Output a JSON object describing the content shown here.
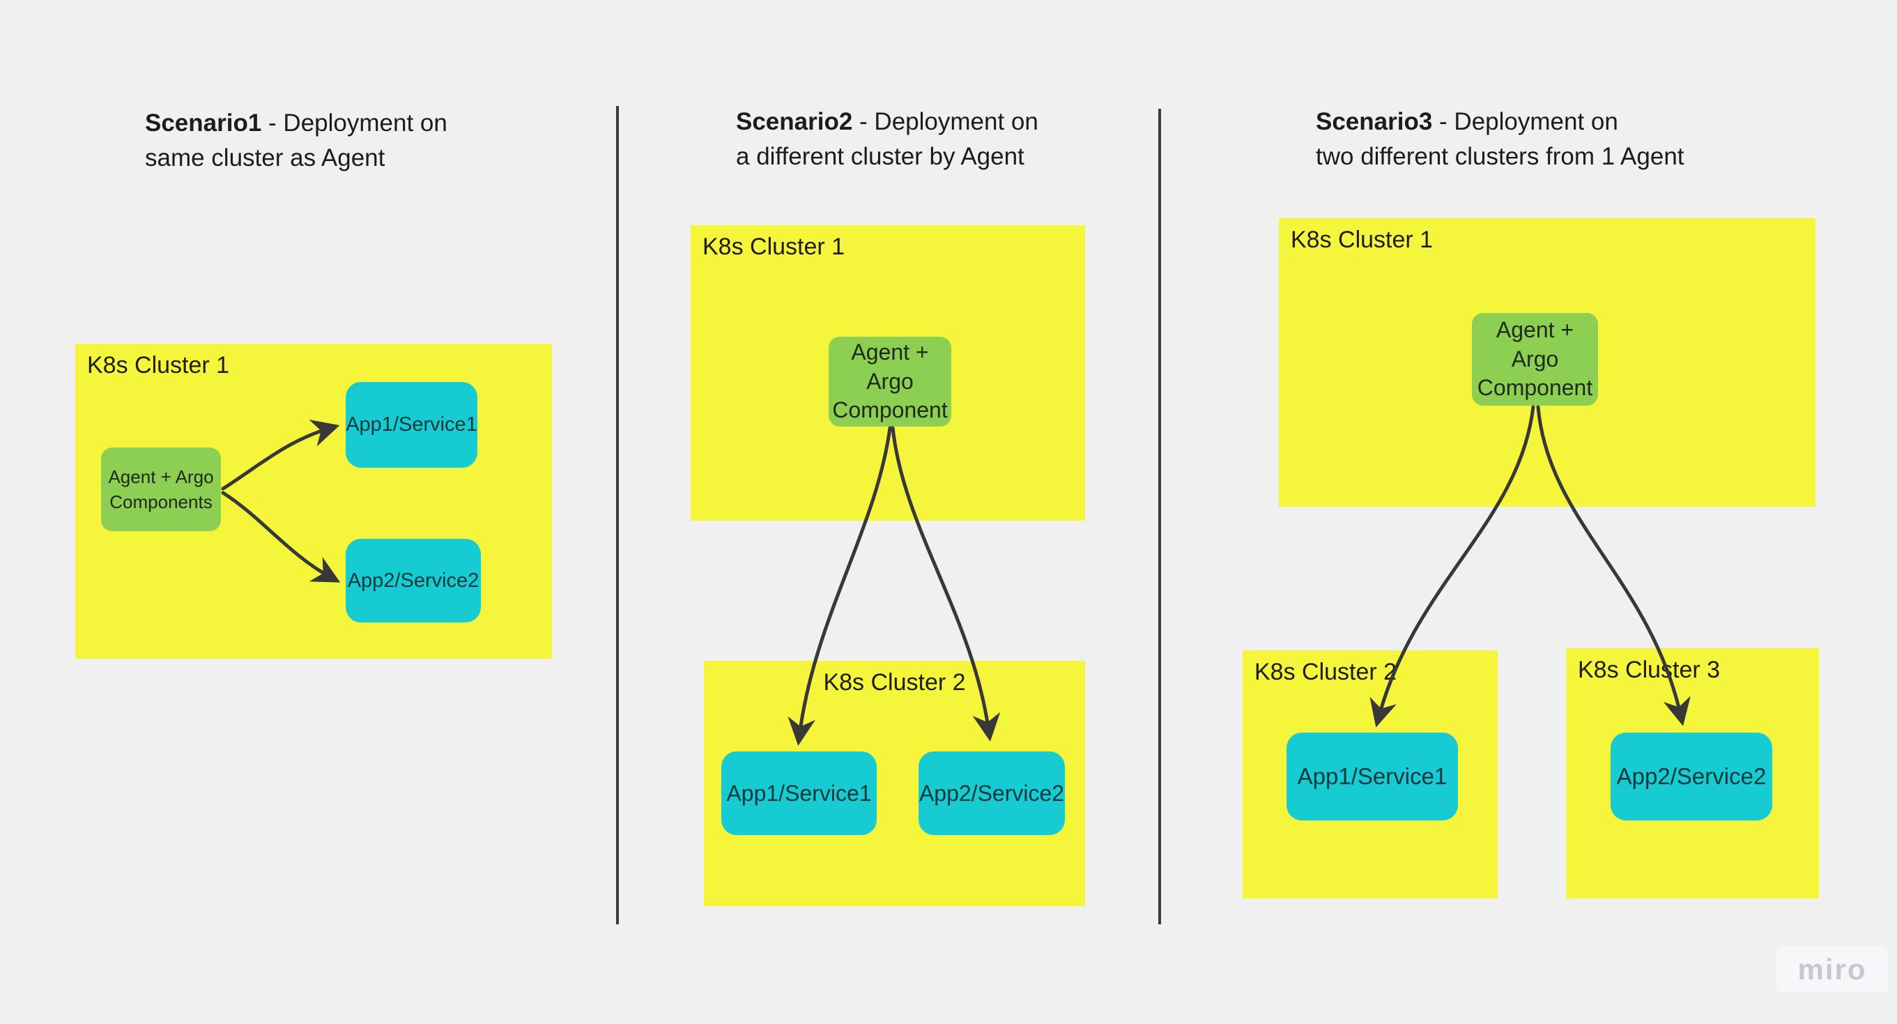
{
  "board": {
    "background": "#F0F0F1",
    "watermark": "miro"
  },
  "colors": {
    "cluster_fill": "#F5F53B",
    "agent_fill": "#8CCF52",
    "app_fill": "#16CBD2",
    "connector": "#383838",
    "divider": "#3A3A3A",
    "text": "#1C1C1C",
    "watermark_text": "#C7C7D2"
  },
  "scenarios": [
    {
      "title_bold": "Scenario1",
      "title_rest": " - Deployment on",
      "title_line2": "same cluster as Agent",
      "clusters": [
        {
          "label": "K8s Cluster 1"
        }
      ],
      "agent": {
        "label": "Agent + Argo\nComponents"
      },
      "apps": [
        {
          "label": "App1/Service1"
        },
        {
          "label": "App2/Service2"
        }
      ]
    },
    {
      "title_bold": "Scenario2",
      "title_rest": " - Deployment on",
      "title_line2": "a different cluster by Agent",
      "clusters": [
        {
          "label": "K8s Cluster 1"
        },
        {
          "label": "K8s Cluster 2"
        }
      ],
      "agent": {
        "label": "Agent +\nArgo\nComponent"
      },
      "apps": [
        {
          "label": "App1/Service1"
        },
        {
          "label": "App2/Service2"
        }
      ]
    },
    {
      "title_bold": "Scenario3",
      "title_rest": " - Deployment on",
      "title_line2": "two different clusters from 1 Agent",
      "clusters": [
        {
          "label": "K8s Cluster 1"
        },
        {
          "label": "K8s Cluster 2"
        },
        {
          "label": "K8s Cluster 3"
        }
      ],
      "agent": {
        "label": "Agent +\nArgo\nComponent"
      },
      "apps": [
        {
          "label": "App1/Service1"
        },
        {
          "label": "App2/Service2"
        }
      ]
    }
  ]
}
